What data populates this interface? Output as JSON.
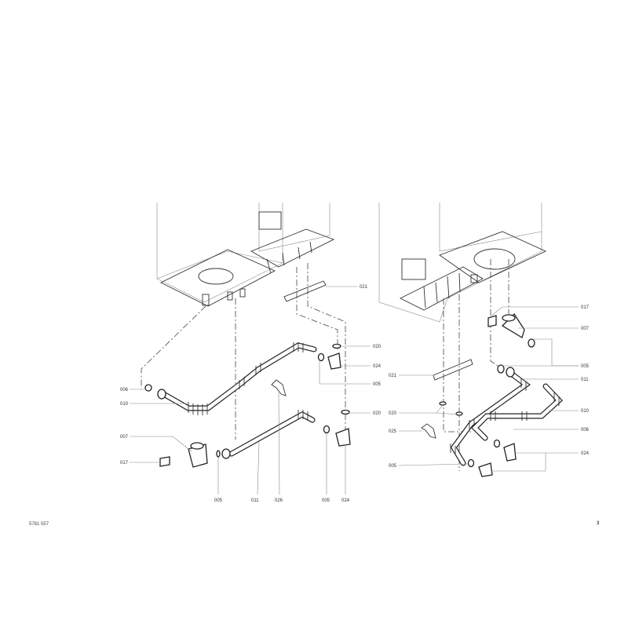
{
  "left_view": {
    "labels": [
      "021",
      "020",
      "024",
      "005",
      "006",
      "010",
      "020",
      "007",
      "017",
      "005",
      "011",
      "026",
      "005",
      "024"
    ]
  },
  "right_view": {
    "labels": [
      "017",
      "007",
      "005",
      "011",
      "010",
      "006",
      "024",
      "021",
      "020",
      "025",
      "005"
    ]
  },
  "footer": {
    "doc_number": "5781 557",
    "page_number": "3"
  }
}
